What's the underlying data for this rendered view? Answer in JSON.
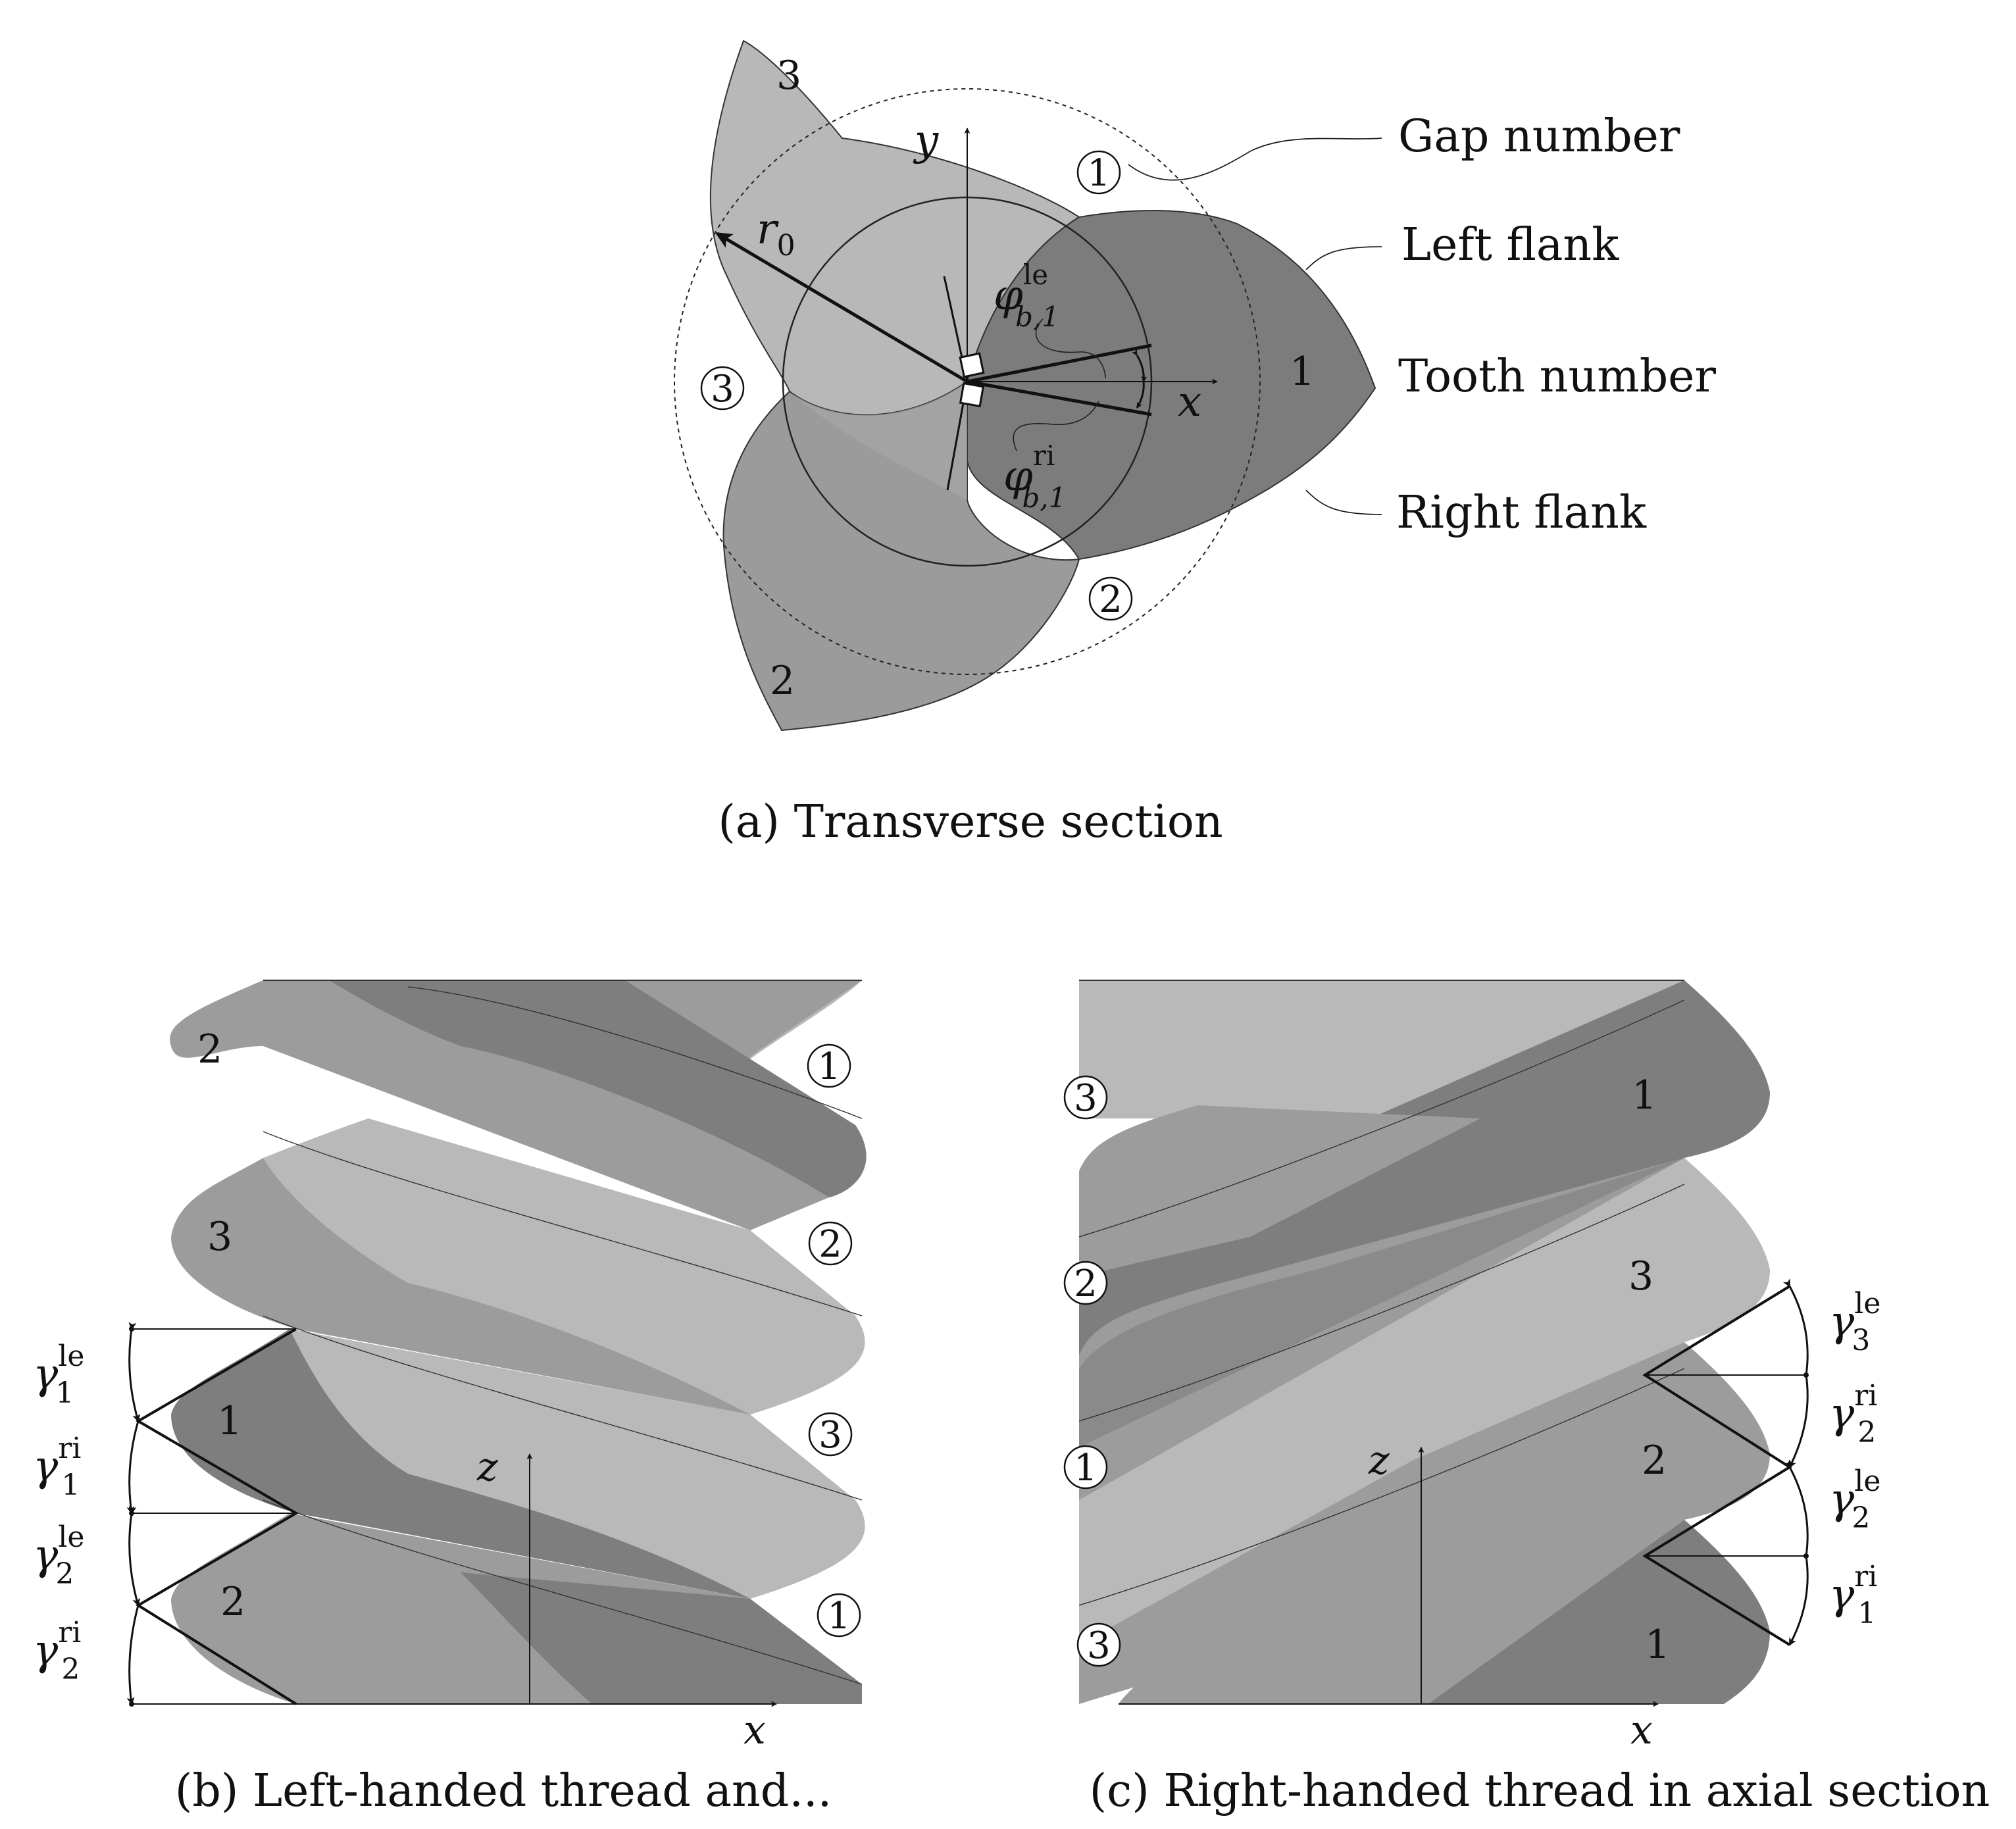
{
  "panel_a": {
    "caption": "(a) Transverse section",
    "tooth_numbers": [
      "1",
      "2",
      "3"
    ],
    "gap_numbers": [
      "1",
      "2",
      "3"
    ],
    "axis_x": "x",
    "axis_y": "y",
    "radius_label": "r",
    "radius_sub": "0",
    "phi": "φ",
    "phi_left_sup": "le",
    "phi_right_sup": "ri",
    "phi_sub": "b,1",
    "annotations": {
      "gap_number": "Gap number",
      "left_flank": "Left flank",
      "tooth_number": "Tooth number",
      "right_flank": "Right flank"
    }
  },
  "panel_b": {
    "caption": "(b) Left-handed thread and...",
    "tooth_numbers": [
      "2",
      "3",
      "1",
      "2"
    ],
    "gap_numbers": [
      "1",
      "2",
      "3",
      "1"
    ],
    "axis_x": "x",
    "axis_z": "z",
    "gamma": "γ",
    "angles": [
      {
        "sub": "1",
        "sup": "le"
      },
      {
        "sub": "1",
        "sup": "ri"
      },
      {
        "sub": "2",
        "sup": "le"
      },
      {
        "sub": "2",
        "sup": "ri"
      }
    ]
  },
  "panel_c": {
    "caption": "(c) Right-handed thread in axial section",
    "tooth_numbers": [
      "1",
      "3",
      "2",
      "1"
    ],
    "gap_numbers": [
      "3",
      "2",
      "1",
      "3"
    ],
    "axis_x": "x",
    "axis_z": "z",
    "gamma": "γ",
    "angles": [
      {
        "sub": "3",
        "sup": "le"
      },
      {
        "sub": "2",
        "sup": "ri"
      },
      {
        "sub": "2",
        "sup": "le"
      },
      {
        "sub": "1",
        "sup": "ri"
      }
    ]
  },
  "colors": {
    "light": "#b9b9b9",
    "medium": "#9c9c9c",
    "dark": "#7d7d7d"
  }
}
